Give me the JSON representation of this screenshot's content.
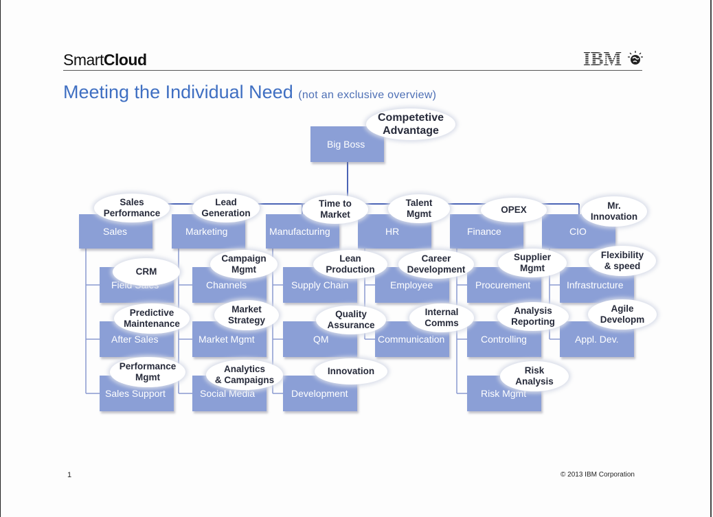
{
  "header": {
    "logo_smart": "Smart",
    "logo_cloud": "Cloud",
    "ibm_logo_text": "IBM"
  },
  "title": {
    "main": "Meeting the Individual Need",
    "sub": "(not an exclusive overview)"
  },
  "org": {
    "top": "Big Boss",
    "departments": [
      "Sales",
      "Marketing",
      "Manufacturing",
      "HR",
      "Finance",
      "CIO"
    ],
    "units": {
      "sales": [
        "Field Sales",
        "After Sales",
        "Sales Support"
      ],
      "marketing": [
        "Channels",
        "Market Mgmt",
        "Social Media"
      ],
      "manufacturing": [
        "Supply Chain",
        "QM",
        "Development"
      ],
      "hr": [
        "Employee",
        "Communication"
      ],
      "finance": [
        "Procurement",
        "Controlling",
        "Risk Mgmt"
      ],
      "cio": [
        "Infrastructure",
        "Appl. Dev."
      ]
    }
  },
  "needs": {
    "competitive_advantage": "Competetive\nAdvantage",
    "sales_performance": "Sales\nPerformance",
    "lead_generation": "Lead\nGeneration",
    "time_to_market": "Time to\nMarket",
    "talent_mgmt": "Talent\nMgmt",
    "opex": "OPEX",
    "innovation_cio": "Mr.\nInnovation",
    "crm": "CRM",
    "campaign_mgmt": "Campaign\nMgmt",
    "lean_production": "Lean\nProduction",
    "career_development": "Career\nDevelopment",
    "supplier_mgmt": "Supplier\nMgmt",
    "flexibility_speed": "Flexibility\n& speed",
    "predictive_maintenance": "Predictive\nMaintenance",
    "market_strategy": "Market\nStrategy",
    "quality_assurance": "Quality\nAssurance",
    "internal_comms": "Internal\nComms",
    "analysis_reporting": "Analysis\nReporting",
    "agile_development": "Agile\nDevelopm",
    "performance_mgmt": "Performance\nMgmt",
    "analytics_campaigns": "Analytics\n& Campaigns",
    "innovation": "Innovation",
    "risk_analysis": "Risk\nAnalysis"
  },
  "footer": {
    "page_number": "1",
    "copyright": "© 2013 IBM Corporation"
  },
  "colors": {
    "box_fill": "#8b9fd6",
    "connector": "#4a63b5",
    "title": "#3f6fc2"
  }
}
